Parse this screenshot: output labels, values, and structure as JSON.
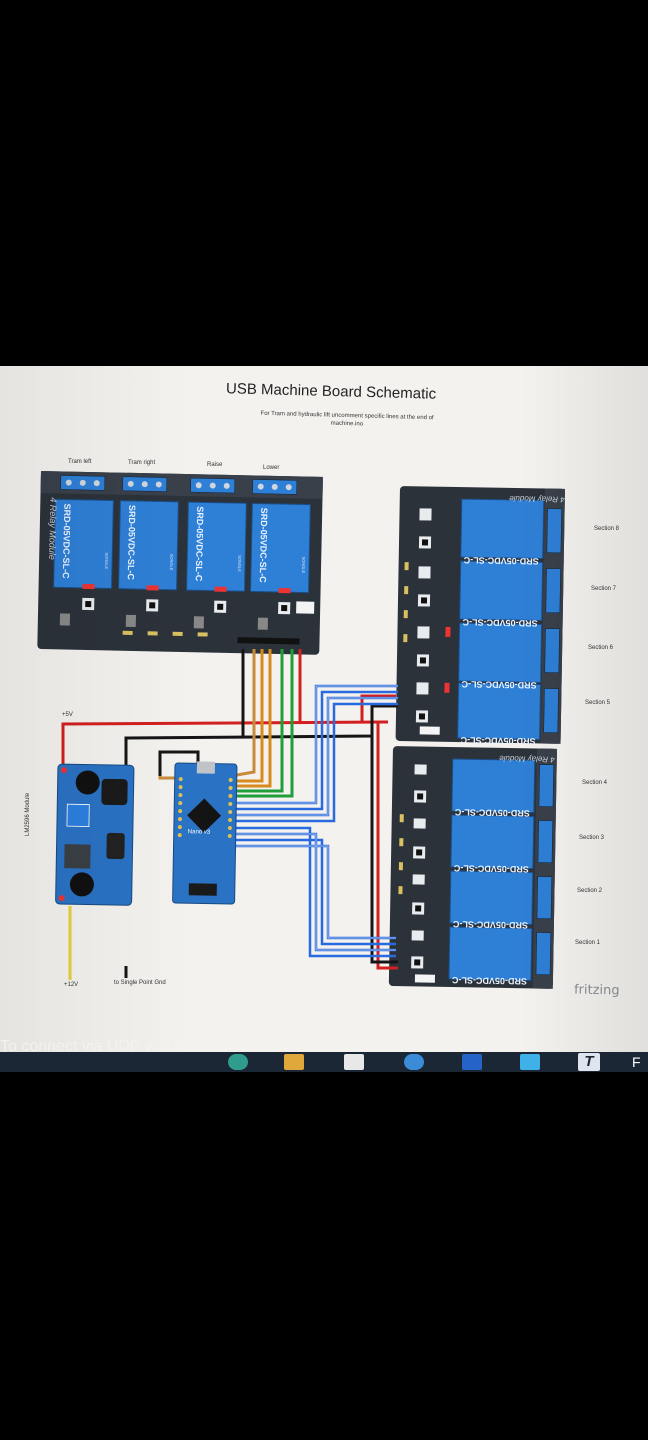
{
  "diagram": {
    "title": "USB Machine Board Schematic",
    "subtitle": "For Tram and hydraulic lift uncomment specific lines at the end of machine.ino",
    "relay_module_label": "4 Relay Module",
    "relay_part_number": "SRD-05VDC-SL-C",
    "relay_brand": "SONGLE",
    "top_relay_labels": [
      "Tram left",
      "Tram right",
      "Raise",
      "Lower"
    ],
    "section_labels": [
      "Section 8",
      "Section 7",
      "Section 6",
      "Section 5",
      "Section 4",
      "Section 3",
      "Section 2",
      "Section 1"
    ],
    "power_label": "+5V",
    "input_label": "+12V",
    "ground_label": "to Single Point Gnd",
    "regulator_label": "LM2596 Module",
    "controller_label": "Nano v3",
    "software_mark": "fritzing"
  },
  "footer": {
    "caption_text": "To connect via UDP you need"
  },
  "taskbar": {
    "t_app_glyph": "T",
    "f_glyph": "F"
  },
  "colors": {
    "board_blue": "#2b6fb8",
    "relay_blue": "#2e7fd6",
    "wire_red": "#d21f1f",
    "wire_black": "#151515",
    "wire_blue": "#2a6ae0",
    "wire_orange": "#d98a1c",
    "wire_green": "#1f9e3a",
    "wire_yellow": "#e6cf3c",
    "module_dark": "#2c323a"
  }
}
